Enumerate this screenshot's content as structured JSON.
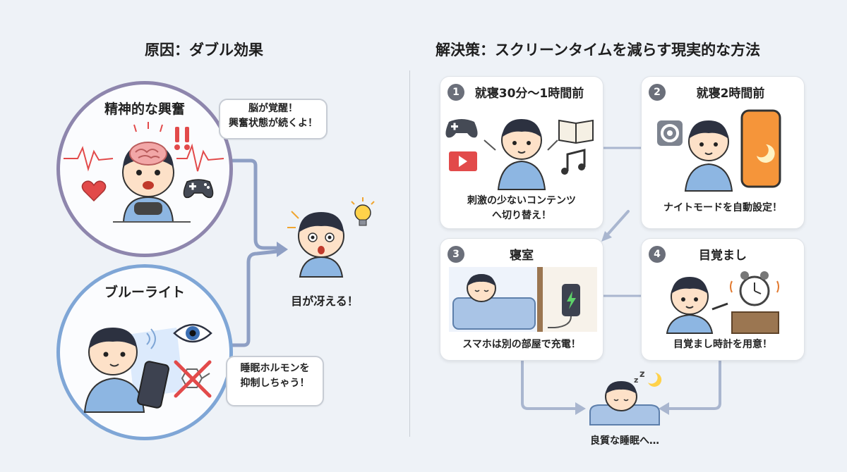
{
  "left": {
    "title": "原因：ダブル効果",
    "excitement": {
      "label": "精神的な興奮",
      "bubble_line1": "脳が覚醒！",
      "bubble_line2": "興奮状態が続くよ！"
    },
    "bluelight": {
      "label": "ブルーライト",
      "bubble_line1": "睡眠ホルモンを",
      "bubble_line2": "抑制しちゃう！"
    },
    "result": "目が冴える！"
  },
  "right": {
    "title": "解決策：スクリーンタイムを減らす現実的な方法",
    "steps": [
      {
        "num": "1",
        "title": "就寝30分〜1時間前",
        "caption_line1": "刺激の少ないコンテンツ",
        "caption_line2": "へ切り替え！"
      },
      {
        "num": "2",
        "title": "就寝2時間前",
        "caption_line1": "ナイトモードを自動設定！",
        "caption_line2": ""
      },
      {
        "num": "3",
        "title": "寝室",
        "caption_line1": "スマホは別の部屋で充電！",
        "caption_line2": ""
      },
      {
        "num": "4",
        "title": "目覚まし",
        "caption_line1": "目覚まし時計を用意！",
        "caption_line2": ""
      }
    ],
    "result": "良質な睡眠へ…"
  },
  "colors": {
    "excitement_ring": "#8e86ad",
    "bluelight_ring": "#7fa6d6",
    "arrow": "#8e9fc4",
    "connector": "#a9b6cf",
    "accent_red": "#e24a4a",
    "skin": "#fde1c8",
    "hair": "#2c3140",
    "shirt": "#8db6e2"
  },
  "icons": [
    "brain-icon",
    "gamepad-icon",
    "heart-icon",
    "eye-icon",
    "lightbulb-icon",
    "book-icon",
    "video-icon",
    "music-icon",
    "gear-icon",
    "phone-icon",
    "moon-icon",
    "battery-icon",
    "alarm-clock-icon"
  ]
}
